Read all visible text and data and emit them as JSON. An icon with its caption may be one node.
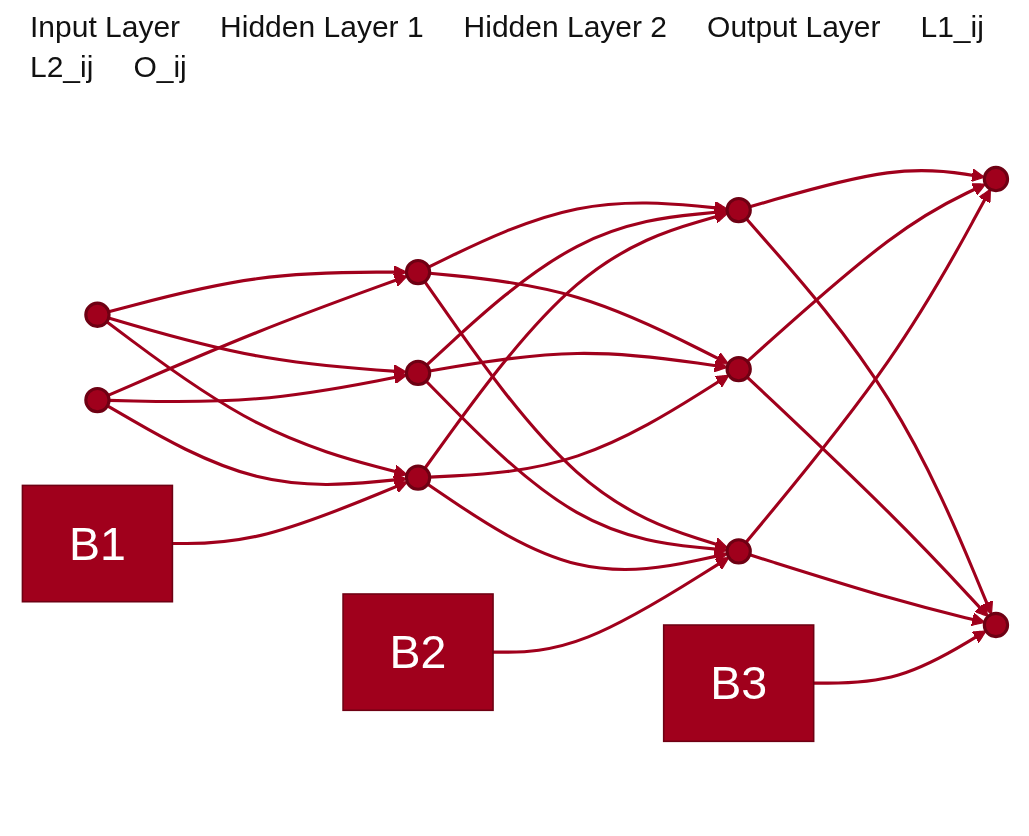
{
  "diagram": {
    "nodes": [
      {
        "text": [],
        "shape": "circle"
      },
      {
        "text": [],
        "shape": "circle"
      },
      {
        "text": [],
        "shape": "circle"
      },
      {
        "text": [],
        "shape": "circle"
      },
      {
        "text": [],
        "shape": "circle"
      },
      {
        "text": [],
        "shape": "circle"
      },
      {
        "text": [],
        "shape": "circle"
      },
      {
        "text": [],
        "shape": "circle"
      },
      {
        "text": [],
        "shape": "circle"
      },
      {
        "text": [],
        "shape": "circle"
      },
      {
        "text": [
          "B1"
        ]
      },
      {
        "text": [
          "B2"
        ]
      },
      {
        "text": [
          "B3"
        ]
      }
    ],
    "edges": [
      {
        "from": 0,
        "to": 2,
        "arrow": "to"
      },
      {
        "from": 0,
        "to": 3,
        "arrow": "to"
      },
      {
        "from": 0,
        "to": 4,
        "arrow": "to"
      },
      {
        "from": 1,
        "to": 2,
        "arrow": "to"
      },
      {
        "from": 1,
        "to": 3,
        "arrow": "to"
      },
      {
        "from": 1,
        "to": 4,
        "arrow": "to"
      },
      {
        "from": 2,
        "to": 5,
        "arrow": "to"
      },
      {
        "from": 2,
        "to": 6,
        "arrow": "to"
      },
      {
        "from": 2,
        "to": 7,
        "arrow": "to"
      },
      {
        "from": 3,
        "to": 5,
        "arrow": "to"
      },
      {
        "from": 3,
        "to": 6,
        "arrow": "to"
      },
      {
        "from": 3,
        "to": 7,
        "arrow": "to"
      },
      {
        "from": 4,
        "to": 5,
        "arrow": "to"
      },
      {
        "from": 4,
        "to": 6,
        "arrow": "to"
      },
      {
        "from": 4,
        "to": 7,
        "arrow": "to"
      },
      {
        "from": 5,
        "to": 8,
        "arrow": "to"
      },
      {
        "from": 5,
        "to": 9,
        "arrow": "to"
      },
      {
        "from": 6,
        "to": 8,
        "arrow": "to"
      },
      {
        "from": 6,
        "to": 9,
        "arrow": "to"
      },
      {
        "from": 7,
        "to": 8,
        "arrow": "to"
      },
      {
        "from": 7,
        "to": 9,
        "arrow": "to"
      },
      {
        "from": 10,
        "to": 4,
        "arrow": "to"
      },
      {
        "from": 11,
        "to": 7,
        "arrow": "to"
      },
      {
        "from": 12,
        "to": 9,
        "arrow": "to"
      }
    ],
    "labels": [
      "Input Layer",
      "Hidden Layer 1",
      "Hidden Layer 2",
      "Output Layer",
      "L1_ij",
      "L2_ij",
      "O_ij"
    ]
  }
}
